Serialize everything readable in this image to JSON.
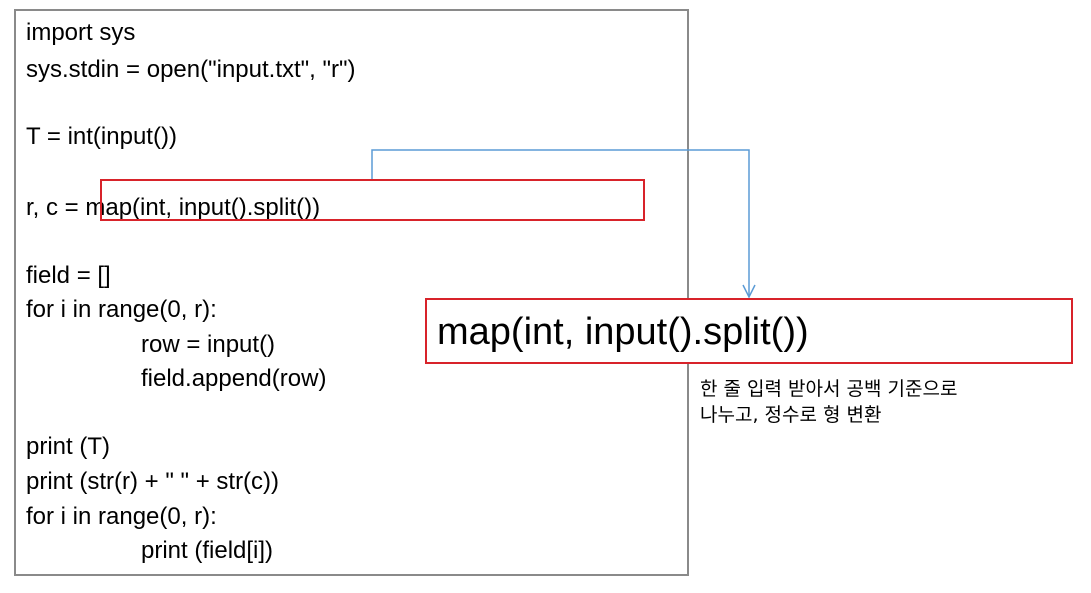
{
  "code_lines": [
    "import sys",
    "sys.stdin = open(\"input.txt\", \"r\")",
    "T = int(input())",
    "r, c = map(int, input().split())",
    "field = []",
    "for i in range(0, r):",
    "row = input()",
    "field.append(row)",
    "print (T)",
    "print (str(r) + \" \" + str(c))",
    "for i in range(0, r):",
    "print (field[i])"
  ],
  "callout": {
    "expression": "map(int, input().split())",
    "note_line1": "한 줄 입력 받아서 공백 기준으로",
    "note_line2": "나누고, 정수로 형 변환"
  },
  "colors": {
    "highlight": "#d8232a",
    "arrow": "#5b9bd5",
    "frame": "#8a8a8a"
  }
}
